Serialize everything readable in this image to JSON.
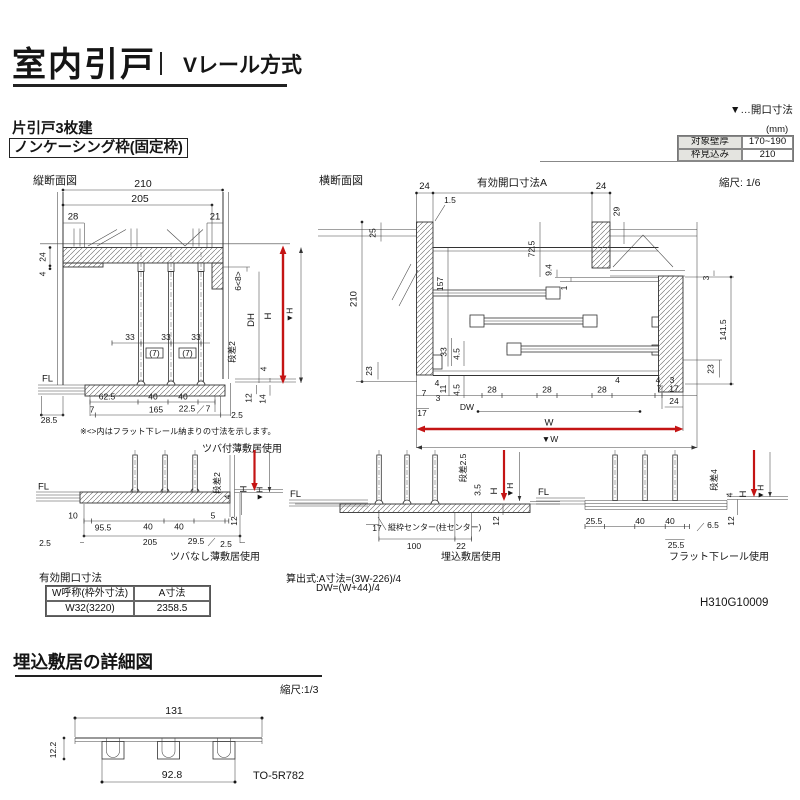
{
  "colors": {
    "accent_red": "#c41414",
    "line": "#333333"
  },
  "header": {
    "title": "室内引戸",
    "subtitle": "Vレール方式"
  },
  "product": {
    "type": "片引戸3枚建",
    "frame": "ノンケーシング枠(固定枠)"
  },
  "legend": {
    "opening": "▼…開口寸法",
    "unit": "(mm)"
  },
  "spec_table": {
    "rows": [
      {
        "label": "対象壁厚",
        "value": "170~190"
      },
      {
        "label": "枠見込み",
        "value": "210"
      }
    ]
  },
  "vsec": {
    "title": "縦断面図",
    "fl": "FL",
    "d210": "210",
    "d205": "205",
    "d28": "28",
    "d21": "21",
    "d24": "24",
    "d4top": "4",
    "d6_8": "6<8>",
    "ddh": "DH",
    "dh": "H",
    "dhm": "▼H",
    "dansa": "段差2",
    "d4a": "4",
    "d33a": "33",
    "d33b": "33",
    "d33c": "33",
    "d7pa": "(7)",
    "d7pb": "(7)",
    "d62_5": "62.5",
    "d40a": "40",
    "d40b": "40",
    "d22_5": "22.5",
    "d7a": "7",
    "d165": "165",
    "d7b": "7",
    "d2_5": "2.5",
    "d28_5": "28.5",
    "d12": "12",
    "d14": "14",
    "note": "※<>内はフラット下レール納まりの寸法を示します。",
    "caption": "ツバ付薄敷居使用"
  },
  "hsec": {
    "title": "横断面図",
    "opening": "有効開口寸法A",
    "scale": "縮尺: 1/6",
    "d24l": "24",
    "d24r": "24",
    "d1_5": "1.5",
    "d25": "25",
    "d210": "210",
    "d157": "157",
    "d72_5": "72.5",
    "d9_4": "9.4",
    "d1": "1",
    "d29": "29",
    "d3a": "3",
    "d141_5": "141.5",
    "d23r": "23",
    "d23l": "23",
    "d33": "33",
    "d4_5a": "4.5",
    "d4_5b": "4.5",
    "d4a": "4",
    "d11": "11",
    "d7a": "7",
    "d3b": "3",
    "d17a": "17",
    "d28a": "28",
    "d28b": "28",
    "d28c": "28",
    "d4b": "4",
    "d4c": "4",
    "d3c": "3",
    "d7b": "7",
    "d17b": "17",
    "d24b": "24",
    "ddw": "DW",
    "dw": "W",
    "dwm": "▼W"
  },
  "det_left": {
    "fl": "FL",
    "dansa": "段差2",
    "d4": "4",
    "dh": "H",
    "dhm": "▼H",
    "d12": "12",
    "d10": "10",
    "d95_5": "95.5",
    "d40a": "40",
    "d40b": "40",
    "d5": "5",
    "d205": "205",
    "d29_5": "29.5",
    "d2_5l": "2.5",
    "d2_5r": "2.5",
    "caption": "ツバなし薄敷居使用"
  },
  "det_mid": {
    "fl": "FL",
    "dansa": "段差2.5",
    "d3_5": "3.5",
    "dh": "H",
    "dhm": "▼H",
    "d12": "12",
    "d17": "17",
    "note": "縦枠センター(柱センター)",
    "d100": "100",
    "d22": "22",
    "caption": "埋込敷居使用"
  },
  "det_right": {
    "fl": "FL",
    "dansa": "段差4",
    "d4": "4",
    "dh": "H",
    "dhm": "▼H",
    "d12": "12",
    "d25_5a": "25.5",
    "d40a": "40",
    "d40b": "40",
    "d6_5": "6.5",
    "d25_5b": "25.5",
    "caption": "フラット下レール使用"
  },
  "opening_table": {
    "title": "有効開口寸法",
    "col1": "W呼称(枠外寸法)",
    "col2": "A寸法",
    "w": "W32(3220)",
    "a": "2358.5"
  },
  "formulas": {
    "line1": "算出式:A寸法=(3W-226)/4",
    "line2": "DW=(W+44)/4"
  },
  "doc_code": "H310G10009",
  "sill": {
    "title": "埋込敷居の詳細図",
    "scale": "縮尺:1/3",
    "d131": "131",
    "d12_2": "12.2",
    "d92_8": "92.8",
    "part": "TO-5R782"
  }
}
